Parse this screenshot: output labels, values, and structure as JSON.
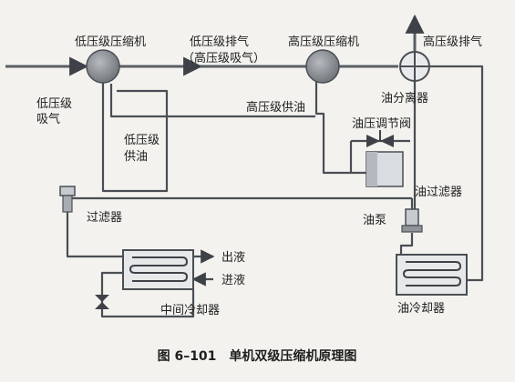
{
  "labels": {
    "low_compressor": "低压级压缩机",
    "low_exhaust": "低压级排气",
    "high_suction_note": "（高压级吸气）",
    "high_compressor": "高压级压缩机",
    "high_exhaust": "高压级排气",
    "low_suction": [
      "低压级",
      "吸气"
    ],
    "low_oil_supply": [
      "低压级",
      "供油"
    ],
    "high_oil_supply": "高压级供油",
    "oil_separator": "油分离器",
    "oil_pressure_valve": "油压调节阀",
    "oil_filter": "油过滤器",
    "filter": "过滤器",
    "oil_pump": "油泵",
    "liquid_out": "出液",
    "liquid_in": "进液",
    "intercooler": "中间冷却器",
    "oil_cooler": "油冷却器"
  },
  "caption": "图 6–101　单机双级压缩机原理图",
  "colors": {
    "pipe": "#5a5e64",
    "compressor": "#8f9499",
    "component": "#c7cbd0",
    "background": "#f3f2ee",
    "text": "#1e1e1e"
  },
  "icons": [
    "compressor-icon",
    "oil-separator-icon",
    "valve-icon",
    "filter-icon",
    "pump-icon",
    "coil-exchanger-icon",
    "arrow-icon"
  ]
}
